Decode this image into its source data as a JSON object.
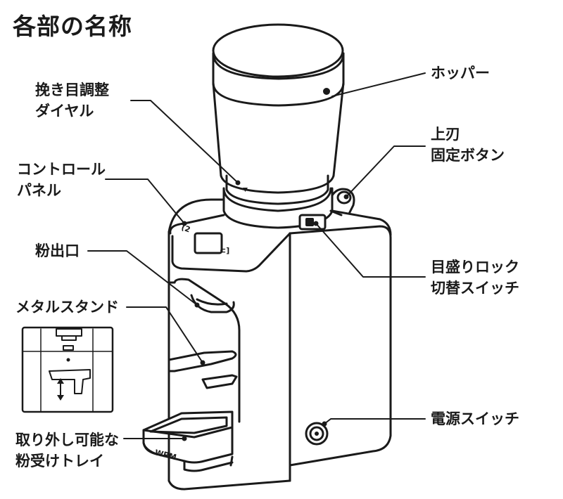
{
  "title": "各部の名称",
  "labels": {
    "hopper": [
      "ホッパー"
    ],
    "grind_dial": [
      "挽き目調整",
      "ダイヤル"
    ],
    "burr_lock_button": [
      "上刃",
      "固定ボタン"
    ],
    "control_panel": [
      "コントロール",
      "パネル"
    ],
    "spout": [
      "粉出口"
    ],
    "scale_lock_switch": [
      "目盛りロック",
      "切替スイッチ"
    ],
    "metal_stand": [
      "メタルスタンド"
    ],
    "power_switch": [
      "電源スイッチ"
    ],
    "drip_tray": [
      "取り外し可能な",
      "粉受けトレイ"
    ]
  },
  "brand_text": "WPM",
  "panel_markings": {
    "left": "(2",
    "right": "⊂]"
  },
  "colors": {
    "text": "#1a1a1a",
    "line": "#1a1a1a",
    "body_fill": "#ffffff"
  }
}
